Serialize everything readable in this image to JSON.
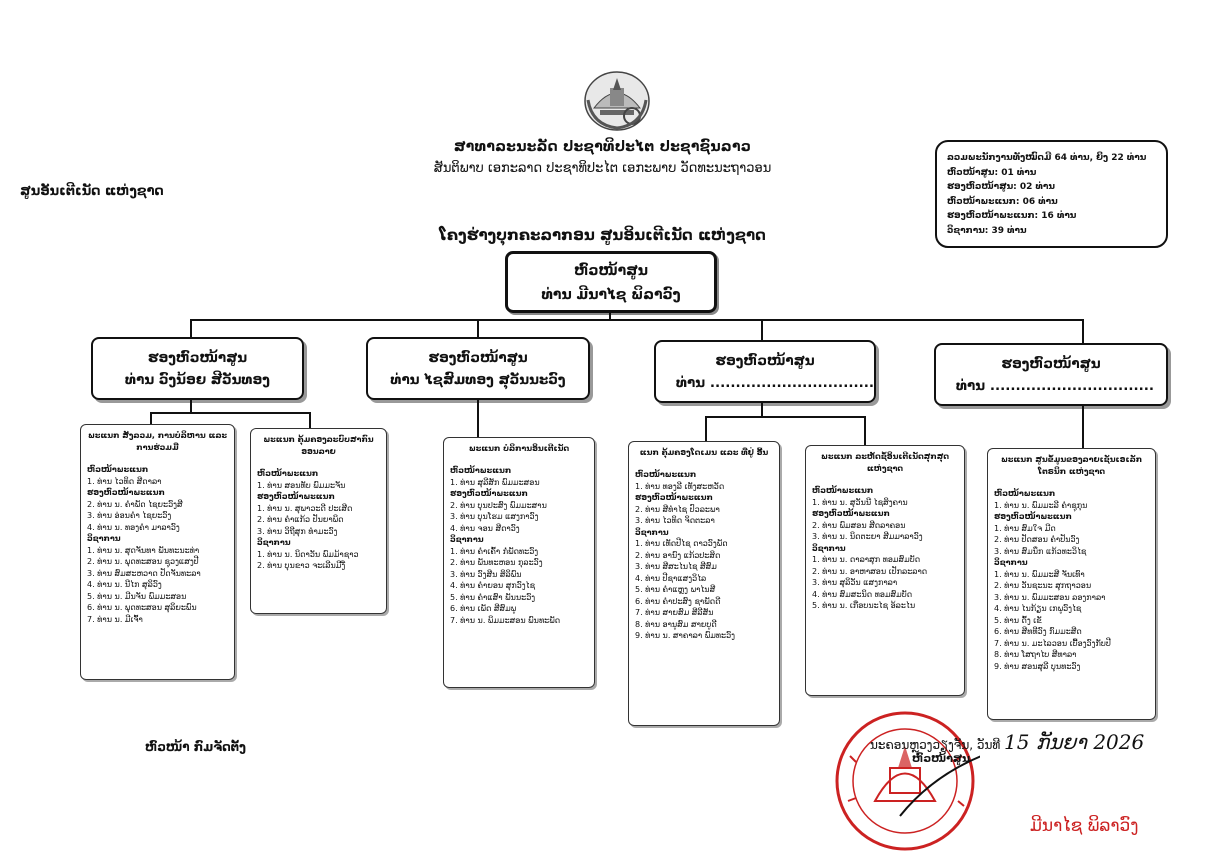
{
  "header": {
    "nation": "ສາທາລະນະລັດ ປະຊາທິປະໄຕ ປະຊາຊົນລາວ",
    "motto": "ສັນຕິພາບ ເອກະລາດ ປະຊາທິປະໄຕ ເອກະພາບ ວັດທະນະຖາວອນ",
    "org": "ສູນອັນເຕີເນັດ ແຫ່ງຊາດ",
    "chart_title": "ໂຄງຮ່າງບຸກຄະລາກອນ ສູນອິນເຕີເນັດ ແຫ່ງຊາດ"
  },
  "stats": [
    "ລວມພະນັກງານທັງໝົດມີ 64 ທ່ານ, ຍິງ 22 ທ່ານ",
    "ຫົວໜ້າສູນ:        01 ທ່ານ",
    "ຮອງຫົວໜ້າສູນ: 02 ທ່ານ",
    "ຫົວໜ້າພະແນກ: 06 ທ່ານ",
    "ຮອງຫົວໜ້າພະແນກ: 16 ທ່ານ",
    "ວິຊາການ: 39 ທ່ານ"
  ],
  "director": {
    "title": "ຫົວໜ້າສູນ",
    "name": "ທ່ານ ມີນາໄຊ ພິລາວົງ"
  },
  "deputies": [
    {
      "title": "ຮອງຫົວໜ້າສູນ",
      "name": "ທ່ານ ວົງນ້ອຍ ສີວັນທອງ"
    },
    {
      "title": "ຮອງຫົວໜ້າສູນ",
      "name": "ທ່ານ ໄຊສົມທອງ ສຸວັນນະວົງ"
    },
    {
      "title": "ຮອງຫົວໜ້າສູນ",
      "name": "ທ່ານ ................................"
    },
    {
      "title": "ຮອງຫົວໜ້າສູນ",
      "name": "ທ່ານ ................................"
    }
  ],
  "departments": [
    {
      "title": "ພະແນກ ສັງລວມ, ການບໍລິຫານ ແລະ ການຮ່ວມມື",
      "sections": [
        {
          "heading": "ຫົວໜ້າພະແນກ",
          "items": [
            "1. ທ່ານ ໄວທິດ ສີດາລາ"
          ]
        },
        {
          "heading": "ຮອງຫົວໜ້າພະແນກ",
          "items": [
            "2. ທ່ານ ນ. ຄຳພັດ ໄຊຍະວົງສີ",
            "3. ທ່ານ ອ່ອນຄຳ ໄຊຍະວົງ",
            "4. ທ່ານ ນ. ທອງຄຳ ມາລາວົງ"
          ]
        },
        {
          "heading": "ວິຊາການ",
          "items": [
            "1. ທ່ານ ນ. ສຸດຈັນທາ ພັນທະນະທ່າ",
            "2. ທ່ານ ນ. ພຸດທະສອນ ຊຸວງແສງປີ",
            "3. ທ່ານ ສົມສະຫວາດ ປັດຈັນທະລາ",
            "4. ທ່ານ ນ. ນີໄກ ສຸລິວົງ",
            "5. ທ່ານ ນ. ມີນຈັນ ພົມມະສອນ",
            "6. ທ່ານ ນ. ພຸດທະສອນ ສຸລິຍະພົນ",
            "7. ທ່ານ ນ. ມີເຈົ້າ"
          ]
        }
      ]
    },
    {
      "title": "ພະແນກ ຄຸ້ມຄອງລະບົບສາກົນ ອອນລາຍ",
      "sections": [
        {
          "heading": "ຫົວໜ້າພະແນກ",
          "items": [
            "1. ທ່ານ ສອນທັບ ພົມມະຈັນ"
          ]
        },
        {
          "heading": "ຮອງຫົວໜ້າພະແນກ",
          "items": [
            "1. ທ່ານ ນ. ສຸພາວະດີ ປະເສີດ",
            "2. ທ່ານ ຄຳແກ້ວ ປັນຍາພິດ",
            "3. ທ່ານ ວິຖີສຸກ ທຳມະວົງ"
          ]
        },
        {
          "heading": "ວິຊາການ",
          "items": [
            "1. ທ່ານ ນ. ນິດາວັນ ພົມມ້າຊາວ",
            "2. ທ່ານ ບຸນຂາວ ຈະເລີນມີງີ່"
          ]
        }
      ]
    },
    {
      "title": "ພະແນກ ບໍລິການອິນເຕີເນັດ",
      "sections": [
        {
          "heading": "ຫົວໜ້າພະແນກ",
          "items": [
            "1. ທ່ານ ສຸລີສັກ ພົມມະສອນ"
          ]
        },
        {
          "heading": "ຮອງຫົວໜ້າພະແນກ",
          "items": [
            "2. ທ່ານ ບຸນປະສົງ ພົມມະສານ",
            "3. ທ່ານ ບຸນໂຮມ ແສງກາວົງ",
            "4. ທ່ານ ຈອນ ສີດາວົງ"
          ]
        },
        {
          "heading": "ວິຊາການ",
          "items": [
            "1. ທ່ານ ຄຳເຄົ້າ ກໍ່ພັດທະວົງ",
            "2. ທ່ານ ພັນທະຫອນ ກຸລະວົງ",
            "3. ທ່ານ ວົງສີນ ສິລິພົນ",
            "4. ທ່ານ ຄຳຍອນ ສຸກວົງໄຊ",
            "5. ທ່ານ ຄຳແສົາ ພັນນະວົງ",
            "6. ທ່ານ ເພັດ ສີສົມພູ",
            "7. ທ່ານ ນ. ພິມມະສອນ ພົນທະພັດ"
          ]
        }
      ]
    },
    {
      "title": "ແນກ ຄຸ້ມຄອງໂດເມນ ແລະ ທີ່ຢູ່ ອີ້ນ",
      "sections": [
        {
          "heading": "ຫົວໜ້າພະແນກ",
          "items": [
            "1. ທ່ານ ທອງລີ ເທັງສະຫວັດ"
          ]
        },
        {
          "heading": "ຮອງຫົວໜ້າພະແນກ",
          "items": [
            "2. ທ່ານ ສີທຳໄຊ ປົວລະພາ",
            "3. ທ່ານ ໄວທິດ ຈິດຕະລາ"
          ]
        },
        {
          "heading": "ວິຊາການ",
          "items": [
            "1. ທ່ານ ເທັດປີໄຊ ດາວວົງພັດ",
            "2. ທ່ານ ອານົງ ແກ້ວປະສິດ",
            "3. ທ່ານ ສີສະໄນໄຊ ສີສົມ",
            "4. ທ່ານ ປີຊາແສງວິໄລ",
            "5. ທ່ານ ຄຳແຫຼງ ພາໄນສີ",
            "6. ທ່ານ ຄຳປະສົງ ຊາພັດດີ",
            "7. ທ່ານ ສາຍສົມ ສີລີສັນ",
            "8. ທ່ານ ອານູສົມ ສາຍບູດີ",
            "9. ທ່ານ ນ. ສາຄາລາ ພົມທະວົງ"
          ]
        }
      ]
    },
    {
      "title": "ພະແນກ ລະຫັດຊໍ້ອິນເຕີເນັດສຸກສຸດ ແຫ່ງຊາດ",
      "sections": [
        {
          "heading": "ຫົວໜ້າພະແນກ",
          "items": [
            "1. ທ່ານ ນ. ສຸວັນນີ ໄຊສິງຄານ"
          ]
        },
        {
          "heading": "ຮອງຫົວໜ້າພະແນກ",
          "items": [
            "2. ທ່ານ ພົມສອນ ສີດລາຄອນ",
            "3. ທ່ານ ນ. ນິດຕະຍາ ສີມມາລາວົງ"
          ]
        },
        {
          "heading": "ວິຊາການ",
          "items": [
            "1. ທ່ານ ນ. ດາລາສຸກ ທອມສົມບັດ",
            "2. ທ່ານ ນ. ອາຫາສອນ ເປັກລະລາດ",
            "3. ທ່ານ ສຸລິວັນ ແສງກາລາ",
            "4. ທ່ານ ສົມສະນິດ ທອມສົມບັດ",
            "5. ທ່ານ ນ. ເກືອບນະໄຊ ອ້ລະໄນ"
          ]
        }
      ]
    },
    {
      "title": "ພະແນກ ສູນຂໍ້ມູນຂອງລາຍເຊັນເອເລັກໂຕຣນິກ ແຫ່ງຊາດ",
      "sections": [
        {
          "heading": "ຫົວໜ້າພະແນກ",
          "items": [
            "1. ທ່ານ ນ. ພົມມະລີ ຄຳຊຸກຸນ"
          ]
        },
        {
          "heading": "ຮອງຫົວໜ້າພະແນກ",
          "items": [
            "1. ທ່ານ ສົມໃຈ ມີດ",
            "2. ທ່ານ ປັດສອນ ຄຳປັນວົງ",
            "3. ທ່ານ ສົມນຶກ ແກ້ວທະວິໄຊ"
          ]
        },
        {
          "heading": "ວິຊາການ",
          "items": [
            "1. ທ່ານ ນ. ພົມມະສີ ຈັນເທົາ",
            "2. ທ່ານ ວັນຊະນະ ສຸກຖາວອນ",
            "3. ທ່ານ ນ. ພົມມະສອນ ລອງກາລາ",
            "4. ທ່ານ ໄນກ້ຽນ ເກພູວົງໄຊ",
            "5. ທ່ານ ດົ້ງ ເຂັ",
            "6. ທ່ານ ສີທທີວົງ ກົມມະສີດ",
            "7. ທ່ານ ນ. ມະໄລວອນ ເບື້ອງວົງກັບປີ",
            "8. ທ່ານ ໂສຖາໄບ ສີທາລາ",
            "9. ທ່ານ ສອນສຸລີ ບຸນທະວົງ"
          ]
        }
      ]
    }
  ],
  "footer": {
    "left_caption": "ຫົວໜ້າ ກົມຈັດຕັ້ງ",
    "date_prefix": "ນະຄອນຫຼວງວຽງຈັນ, ວັນທີ",
    "date_hand": "15 ກັນຍາ 2026",
    "role": "ຫົວໜ້າສູນ",
    "signer": "ມີນາໄຊ ພິລາວົງ"
  },
  "colors": {
    "ink": "#111111",
    "stamp": "#cc2222"
  }
}
